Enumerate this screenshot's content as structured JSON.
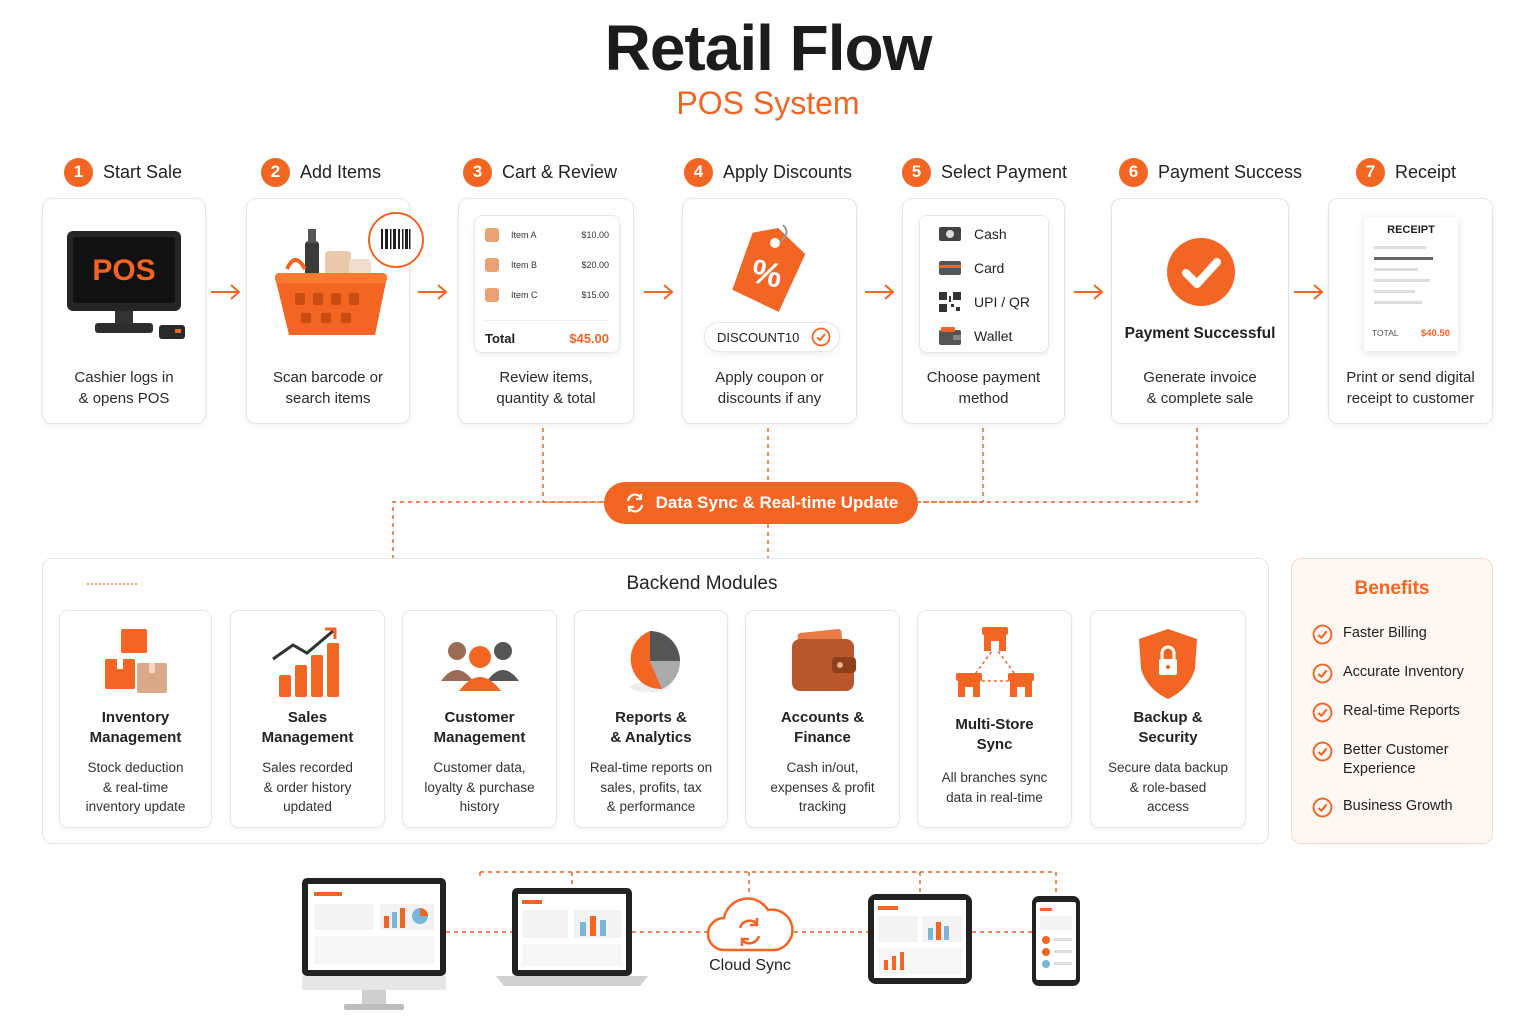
{
  "header": {
    "title": "Retail Flow",
    "subtitle": "POS System"
  },
  "steps": [
    {
      "num": "1",
      "title": "Start Sale",
      "caption": [
        "Cashier logs in",
        "& opens POS"
      ],
      "icon": "pos-terminal-icon",
      "screen_text": "POS"
    },
    {
      "num": "2",
      "title": "Add Items",
      "caption": [
        "Scan barcode or",
        "search items"
      ],
      "icon": "shopping-basket-icon"
    },
    {
      "num": "3",
      "title": "Cart & Review",
      "caption": [
        "Review items,",
        "quantity & total"
      ],
      "icon": "cart-list-icon"
    },
    {
      "num": "4",
      "title": "Apply Discounts",
      "caption": [
        "Apply coupon or",
        "discounts if any"
      ],
      "icon": "discount-tag-icon"
    },
    {
      "num": "5",
      "title": "Select Payment",
      "caption": [
        "Choose payment",
        "method"
      ],
      "icon": "payment-methods-icon"
    },
    {
      "num": "6",
      "title": "Payment Success",
      "caption": [
        "Generate invoice",
        "& complete sale"
      ],
      "icon": "checkmark-icon"
    },
    {
      "num": "7",
      "title": "Receipt",
      "caption": [
        "Print or send digital",
        "receipt to customer"
      ],
      "icon": "receipt-icon"
    }
  ],
  "cart": {
    "items": [
      {
        "name": "Item A",
        "price": "$10.00"
      },
      {
        "name": "Item B",
        "price": "$20.00"
      },
      {
        "name": "Item C",
        "price": "$15.00"
      }
    ],
    "total_label": "Total",
    "total_value": "$45.00"
  },
  "discount": {
    "code": "DISCOUNT10",
    "symbol": "%"
  },
  "payment": {
    "methods": [
      {
        "label": "Cash",
        "icon": "cash-icon"
      },
      {
        "label": "Card",
        "icon": "card-icon"
      },
      {
        "label": "UPI / QR",
        "icon": "qr-code-icon"
      },
      {
        "label": "Wallet",
        "icon": "wallet-icon"
      }
    ]
  },
  "success": {
    "label": "Payment Successful"
  },
  "receipt": {
    "title": "RECEIPT",
    "total_label": "TOTAL",
    "total_value": "$40.50"
  },
  "sync": {
    "label": "Data Sync & Real-time Update",
    "icon": "sync-icon"
  },
  "backend": {
    "title": "Backend Modules",
    "modules": [
      {
        "title": [
          "Inventory",
          "Management"
        ],
        "desc": [
          "Stock deduction",
          "& real-time",
          "inventory update"
        ],
        "icon": "inventory-boxes-icon"
      },
      {
        "title": [
          "Sales",
          "Management"
        ],
        "desc": [
          "Sales recorded",
          "& order history",
          "updated"
        ],
        "icon": "sales-chart-icon"
      },
      {
        "title": [
          "Customer",
          "Management"
        ],
        "desc": [
          "Customer data,",
          "loyalty & purchase",
          "history"
        ],
        "icon": "customers-icon"
      },
      {
        "title": [
          "Reports &",
          "& Analytics"
        ],
        "desc": [
          "Real-time reports on",
          "sales, profits, tax",
          "& performance"
        ],
        "icon": "pie-chart-icon"
      },
      {
        "title": [
          "Accounts &",
          "Finance"
        ],
        "desc": [
          "Cash in/out,",
          "expenses & profit",
          "tracking"
        ],
        "icon": "wallet-icon"
      },
      {
        "title": [
          "Multi-Store",
          "Sync"
        ],
        "desc": [
          "All branches sync",
          "data in real-time"
        ],
        "icon": "stores-network-icon"
      },
      {
        "title": [
          "Backup &",
          "Security"
        ],
        "desc": [
          "Secure data backup",
          "& role-based",
          "access"
        ],
        "icon": "shield-lock-icon"
      }
    ]
  },
  "benefits": {
    "title": "Benefits",
    "items": [
      {
        "text": [
          "Faster Billing"
        ]
      },
      {
        "text": [
          "Accurate Inventory"
        ]
      },
      {
        "text": [
          "Real-time Reports"
        ]
      },
      {
        "text": [
          "Better Customer",
          "Experience"
        ]
      },
      {
        "text": [
          "Business Growth"
        ]
      }
    ]
  },
  "devices": {
    "cloud_label": "Cloud Sync",
    "items": [
      "desktop-icon",
      "laptop-icon",
      "cloud-sync-icon",
      "tablet-icon",
      "phone-icon"
    ]
  },
  "colors": {
    "accent": "#f26522",
    "text": "#1f1f1f",
    "border": "#e6e6e6"
  }
}
